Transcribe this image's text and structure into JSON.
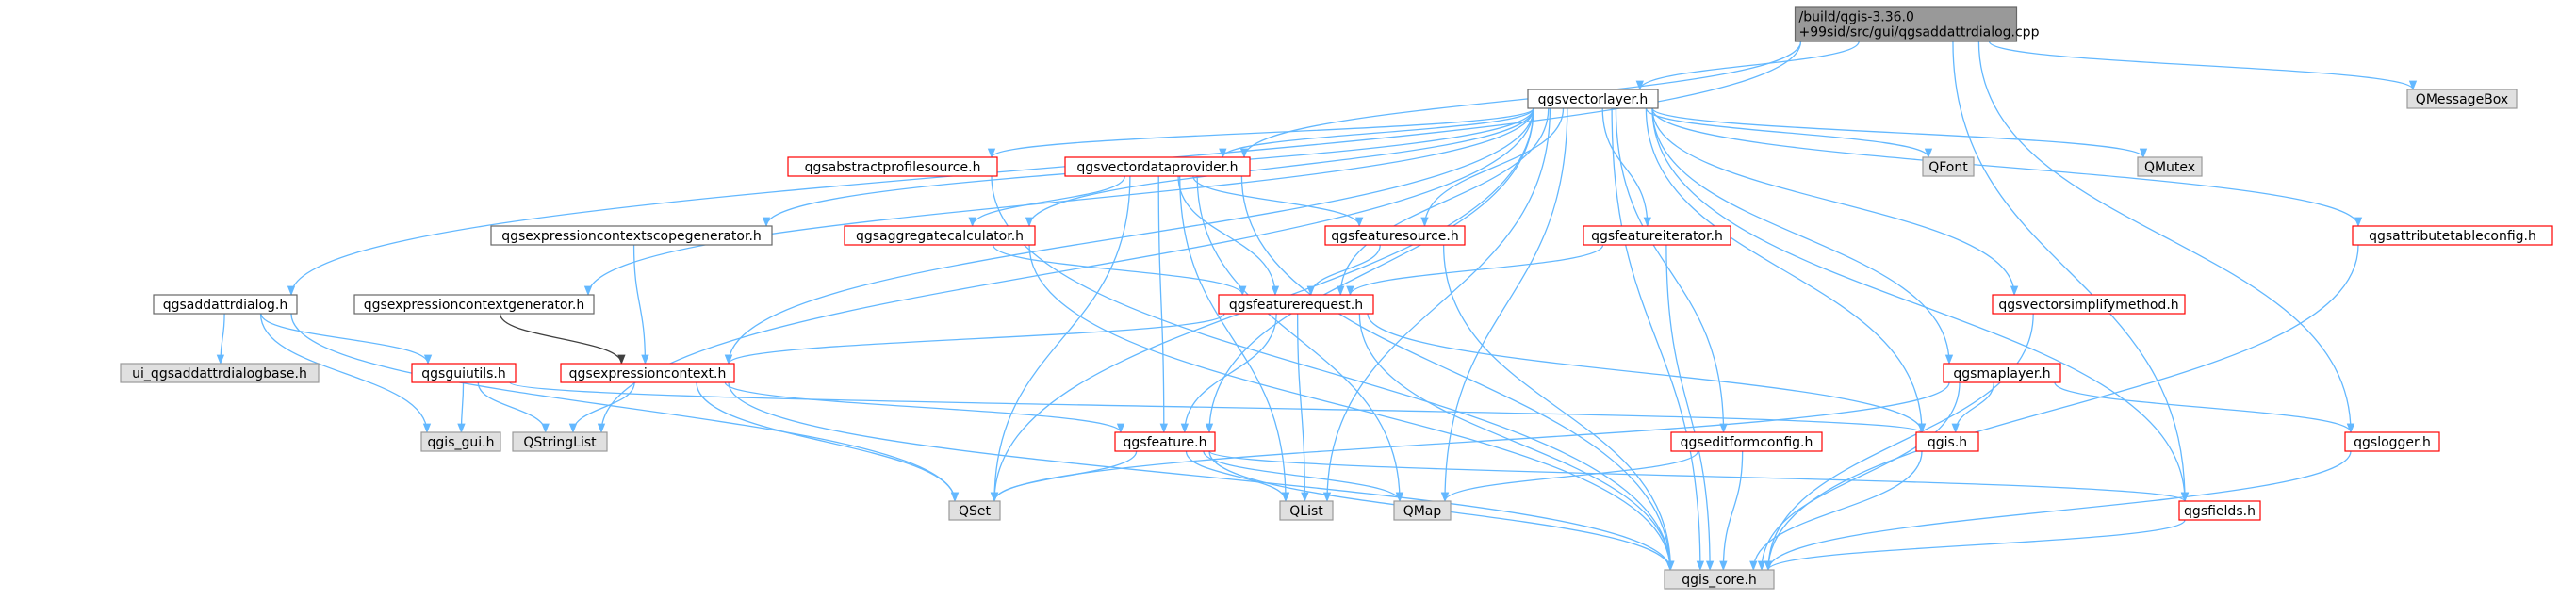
{
  "colors": {
    "edge_blue": "#63b8ff",
    "edge_gray": "#404040",
    "border_red": "#ff0000",
    "border_plain": "#666666",
    "fill_gray": "#e0e0e0",
    "fill_root": "#999999"
  },
  "nodes": [
    {
      "id": "root",
      "style": "root",
      "lines": [
        "/build/qgis-3.36.0",
        "+99sid/src/gui/qgsaddattrdialog.cpp"
      ]
    },
    {
      "id": "qgsvectorlayer",
      "style": "plain",
      "lines": [
        "qgsvectorlayer.h"
      ]
    },
    {
      "id": "qmessagebox",
      "style": "gray",
      "lines": [
        "QMessageBox"
      ]
    },
    {
      "id": "qgsabstractprofilesource",
      "style": "red",
      "lines": [
        "qgsabstractprofilesource.h"
      ]
    },
    {
      "id": "qgsvectordataprovider",
      "style": "red",
      "lines": [
        "qgsvectordataprovider.h"
      ]
    },
    {
      "id": "qfont",
      "style": "gray",
      "lines": [
        "QFont"
      ]
    },
    {
      "id": "qmutex",
      "style": "gray",
      "lines": [
        "QMutex"
      ]
    },
    {
      "id": "qgsattributetableconfig",
      "style": "red",
      "lines": [
        "qgsattributetableconfig.h"
      ]
    },
    {
      "id": "qgsexpressioncontextscopegenerator",
      "style": "plain",
      "lines": [
        "qgsexpressioncontextscopegenerator.h"
      ]
    },
    {
      "id": "qgsaggregatecalculator",
      "style": "red",
      "lines": [
        "qgsaggregatecalculator.h"
      ]
    },
    {
      "id": "qgsfeaturesource",
      "style": "red",
      "lines": [
        "qgsfeaturesource.h"
      ]
    },
    {
      "id": "qgsfeatureiterator",
      "style": "red",
      "lines": [
        "qgsfeatureiterator.h"
      ]
    },
    {
      "id": "qgsaddattrdialog",
      "style": "plain",
      "lines": [
        "qgsaddattrdialog.h"
      ]
    },
    {
      "id": "qgsexpressioncontextgenerator",
      "style": "plain",
      "lines": [
        "qgsexpressioncontextgenerator.h"
      ]
    },
    {
      "id": "qgsfeaturerequest",
      "style": "red",
      "lines": [
        "qgsfeaturerequest.h"
      ]
    },
    {
      "id": "qgsvectorsimplifymethod",
      "style": "red",
      "lines": [
        "qgsvectorsimplifymethod.h"
      ]
    },
    {
      "id": "ui_qgsaddattrdialogbase",
      "style": "gray",
      "lines": [
        "ui_qgsaddattrdialogbase.h"
      ]
    },
    {
      "id": "qgsguiutils",
      "style": "red",
      "lines": [
        "qgsguiutils.h"
      ]
    },
    {
      "id": "qgsexpressioncontext",
      "style": "red",
      "lines": [
        "qgsexpressioncontext.h"
      ]
    },
    {
      "id": "qgsmaplayer",
      "style": "red",
      "lines": [
        "qgsmaplayer.h"
      ]
    },
    {
      "id": "qgis_gui",
      "style": "gray",
      "lines": [
        "qgis_gui.h"
      ]
    },
    {
      "id": "qstringlist",
      "style": "gray",
      "lines": [
        "QStringList"
      ]
    },
    {
      "id": "qgsfeature",
      "style": "red",
      "lines": [
        "qgsfeature.h"
      ]
    },
    {
      "id": "qgseditformconfig",
      "style": "red",
      "lines": [
        "qgseditformconfig.h"
      ]
    },
    {
      "id": "qgis",
      "style": "red",
      "lines": [
        "qgis.h"
      ]
    },
    {
      "id": "qgslogger",
      "style": "red",
      "lines": [
        "qgslogger.h"
      ]
    },
    {
      "id": "qset",
      "style": "gray",
      "lines": [
        "QSet"
      ]
    },
    {
      "id": "qlist",
      "style": "gray",
      "lines": [
        "QList"
      ]
    },
    {
      "id": "qmap",
      "style": "gray",
      "lines": [
        "QMap"
      ]
    },
    {
      "id": "qgsfields",
      "style": "red",
      "lines": [
        "qgsfields.h"
      ]
    },
    {
      "id": "qgis_core",
      "style": "gray",
      "lines": [
        "qgis_core.h"
      ]
    }
  ],
  "edges": [
    {
      "from": "root",
      "to": "qgsvectorlayer",
      "color": "blue"
    },
    {
      "from": "root",
      "to": "qmessagebox",
      "color": "blue"
    },
    {
      "from": "root",
      "to": "qgsaddattrdialog",
      "color": "blue"
    },
    {
      "from": "root",
      "to": "qgsvectordataprovider",
      "color": "blue"
    },
    {
      "from": "root",
      "to": "qgsfields",
      "color": "blue"
    },
    {
      "from": "root",
      "to": "qgslogger",
      "color": "blue"
    },
    {
      "from": "qgsvectorlayer",
      "to": "qgsabstractprofilesource",
      "color": "blue"
    },
    {
      "from": "qgsvectorlayer",
      "to": "qgsvectordataprovider",
      "color": "blue"
    },
    {
      "from": "qgsvectorlayer",
      "to": "qfont",
      "color": "blue"
    },
    {
      "from": "qgsvectorlayer",
      "to": "qmutex",
      "color": "blue"
    },
    {
      "from": "qgsvectorlayer",
      "to": "qgsattributetableconfig",
      "color": "blue"
    },
    {
      "from": "qgsvectorlayer",
      "to": "qgsexpressioncontextscopegenerator",
      "color": "blue"
    },
    {
      "from": "qgsvectorlayer",
      "to": "qgsexpressioncontextgenerator",
      "color": "blue"
    },
    {
      "from": "qgsvectorlayer",
      "to": "qgsaggregatecalculator",
      "color": "blue"
    },
    {
      "from": "qgsvectorlayer",
      "to": "qgsfeaturesource",
      "color": "blue"
    },
    {
      "from": "qgsvectorlayer",
      "to": "qgsfeatureiterator",
      "color": "blue"
    },
    {
      "from": "qgsvectorlayer",
      "to": "qgsfeaturerequest",
      "color": "blue"
    },
    {
      "from": "qgsvectorlayer",
      "to": "qgsvectorsimplifymethod",
      "color": "blue"
    },
    {
      "from": "qgsvectorlayer",
      "to": "qgsmaplayer",
      "color": "blue"
    },
    {
      "from": "qgsvectorlayer",
      "to": "qgsexpressioncontext",
      "color": "blue"
    },
    {
      "from": "qgsvectorlayer",
      "to": "qgsfeature",
      "color": "blue"
    },
    {
      "from": "qgsvectorlayer",
      "to": "qgseditformconfig",
      "color": "blue"
    },
    {
      "from": "qgsvectorlayer",
      "to": "qgis",
      "color": "blue"
    },
    {
      "from": "qgsvectorlayer",
      "to": "qset",
      "color": "blue"
    },
    {
      "from": "qgsvectorlayer",
      "to": "qlist",
      "color": "blue"
    },
    {
      "from": "qgsvectorlayer",
      "to": "qmap",
      "color": "blue"
    },
    {
      "from": "qgsvectorlayer",
      "to": "qgsfields",
      "color": "blue"
    },
    {
      "from": "qgsvectorlayer",
      "to": "qgis_core",
      "color": "blue"
    },
    {
      "from": "qgsvectorlayer",
      "to": "qstringlist",
      "color": "blue"
    },
    {
      "from": "qgsabstractprofilesource",
      "to": "qgis_core",
      "color": "blue"
    },
    {
      "from": "qgsvectordataprovider",
      "to": "qgsaggregatecalculator",
      "color": "blue"
    },
    {
      "from": "qgsvectordataprovider",
      "to": "qgsfeaturesource",
      "color": "blue"
    },
    {
      "from": "qgsvectordataprovider",
      "to": "qgsfeaturerequest",
      "color": "blue"
    },
    {
      "from": "qgsvectordataprovider",
      "to": "qgsfeature",
      "color": "blue"
    },
    {
      "from": "qgsvectordataprovider",
      "to": "qset",
      "color": "blue"
    },
    {
      "from": "qgsvectordataprovider",
      "to": "qlist",
      "color": "blue"
    },
    {
      "from": "qgsvectordataprovider",
      "to": "qmap",
      "color": "blue"
    },
    {
      "from": "qgsvectordataprovider",
      "to": "qgis_core",
      "color": "blue"
    },
    {
      "from": "qgsattributetableconfig",
      "to": "qgis_core",
      "color": "blue"
    },
    {
      "from": "qgsexpressioncontextscopegenerator",
      "to": "qgsexpressioncontext",
      "color": "blue"
    },
    {
      "from": "qgsaggregatecalculator",
      "to": "qgsfeaturerequest",
      "color": "blue"
    },
    {
      "from": "qgsaggregatecalculator",
      "to": "qgis_core",
      "color": "blue"
    },
    {
      "from": "qgsfeaturesource",
      "to": "qgsfeaturerequest",
      "color": "blue"
    },
    {
      "from": "qgsfeaturesource",
      "to": "qgis_core",
      "color": "blue"
    },
    {
      "from": "qgsfeatureiterator",
      "to": "qgsfeaturerequest",
      "color": "blue"
    },
    {
      "from": "qgsfeatureiterator",
      "to": "qgis_core",
      "color": "blue"
    },
    {
      "from": "qgsaddattrdialog",
      "to": "ui_qgsaddattrdialogbase",
      "color": "blue"
    },
    {
      "from": "qgsaddattrdialog",
      "to": "qgsguiutils",
      "color": "blue"
    },
    {
      "from": "qgsaddattrdialog",
      "to": "qgis_gui",
      "color": "blue"
    },
    {
      "from": "qgsaddattrdialog",
      "to": "qset",
      "color": "blue"
    },
    {
      "from": "qgsexpressioncontextgenerator",
      "to": "qgsexpressioncontext",
      "color": "gray"
    },
    {
      "from": "qgsfeaturerequest",
      "to": "qgsexpressioncontext",
      "color": "blue"
    },
    {
      "from": "qgsfeaturerequest",
      "to": "qgsfeature",
      "color": "blue"
    },
    {
      "from": "qgsfeaturerequest",
      "to": "qgis",
      "color": "blue"
    },
    {
      "from": "qgsfeaturerequest",
      "to": "qlist",
      "color": "blue"
    },
    {
      "from": "qgsfeaturerequest",
      "to": "qgis_core",
      "color": "blue"
    },
    {
      "from": "qgsvectorsimplifymethod",
      "to": "qgis_core",
      "color": "blue"
    },
    {
      "from": "qgsguiutils",
      "to": "qgis_gui",
      "color": "blue"
    },
    {
      "from": "qgsguiutils",
      "to": "qstringlist",
      "color": "blue"
    },
    {
      "from": "qgsguiutils",
      "to": "qgis",
      "color": "blue"
    },
    {
      "from": "qgsexpressioncontext",
      "to": "qstringlist",
      "color": "blue"
    },
    {
      "from": "qgsexpressioncontext",
      "to": "qgsfeature",
      "color": "blue"
    },
    {
      "from": "qgsexpressioncontext",
      "to": "qset",
      "color": "blue"
    },
    {
      "from": "qgsexpressioncontext",
      "to": "qgis_core",
      "color": "blue"
    },
    {
      "from": "qgsmaplayer",
      "to": "qgis",
      "color": "blue"
    },
    {
      "from": "qgsmaplayer",
      "to": "qgslogger",
      "color": "blue"
    },
    {
      "from": "qgsmaplayer",
      "to": "qset",
      "color": "blue"
    },
    {
      "from": "qgsmaplayer",
      "to": "qgis_core",
      "color": "blue"
    },
    {
      "from": "qgsfeature",
      "to": "qset",
      "color": "blue"
    },
    {
      "from": "qgsfeature",
      "to": "qlist",
      "color": "blue"
    },
    {
      "from": "qgsfeature",
      "to": "qmap",
      "color": "blue"
    },
    {
      "from": "qgsfeature",
      "to": "qgsfields",
      "color": "blue"
    },
    {
      "from": "qgsfeature",
      "to": "qgis_core",
      "color": "blue"
    },
    {
      "from": "qgseditformconfig",
      "to": "qmap",
      "color": "blue"
    },
    {
      "from": "qgseditformconfig",
      "to": "qgis_core",
      "color": "blue"
    },
    {
      "from": "qgis",
      "to": "qgis_core",
      "color": "blue"
    },
    {
      "from": "qgslogger",
      "to": "qgis_core",
      "color": "blue"
    },
    {
      "from": "qgsfields",
      "to": "qgis_core",
      "color": "blue"
    }
  ]
}
